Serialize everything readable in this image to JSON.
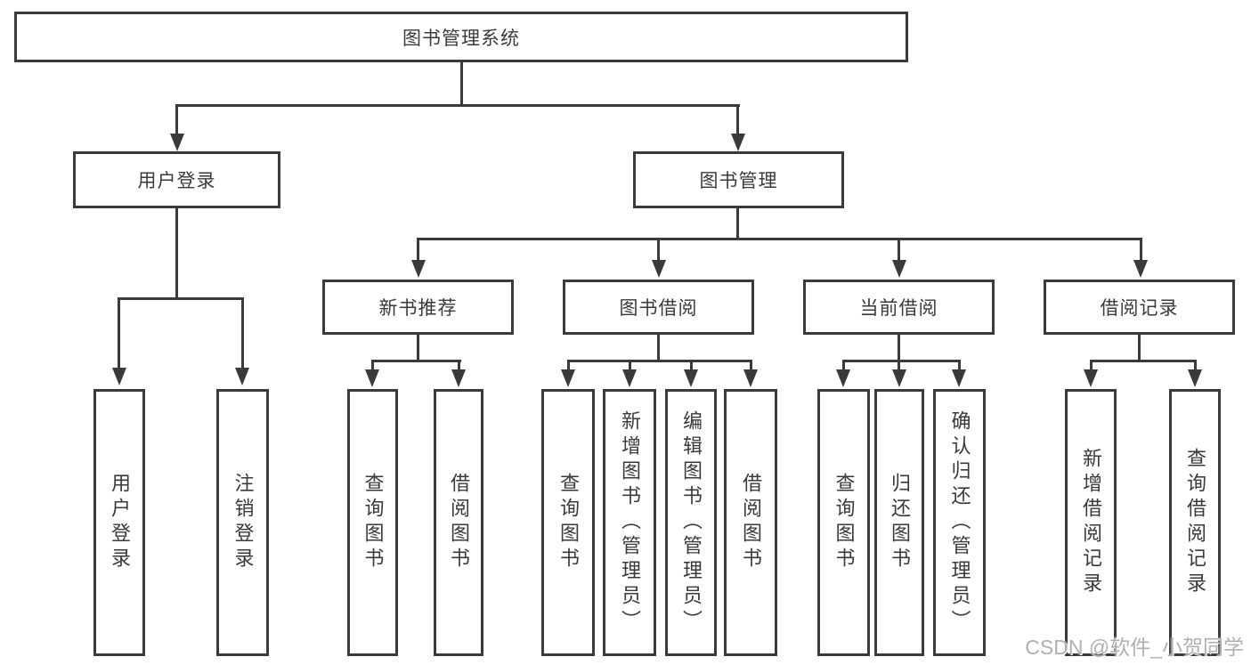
{
  "diagram": {
    "root": "图书管理系统",
    "level2": [
      "用户登录",
      "图书管理"
    ],
    "level3": [
      "新书推荐",
      "图书借阅",
      "当前借阅",
      "借阅记录"
    ],
    "leaves": {
      "user_login": [
        "用户登录",
        "注销登录"
      ],
      "new_book_recommend": [
        "查询图书",
        "借阅图书"
      ],
      "book_borrow": [
        "查询图书",
        "新增图书（管理员）",
        "编辑图书（管理员）",
        "借阅图书"
      ],
      "current_borrow": [
        "查询图书",
        "归还图书",
        "确认归还（管理员）"
      ],
      "borrow_records": [
        "新增借阅记录",
        "查询借阅记录"
      ]
    }
  },
  "watermark": {
    "text": "CSDN @软件_小贺同学"
  },
  "colors": {
    "line": "#3a3a3a",
    "text": "#3a3a3a",
    "box_background": "#ffffff",
    "page_background": "#ffffff",
    "watermark": "#b0b0b0"
  }
}
